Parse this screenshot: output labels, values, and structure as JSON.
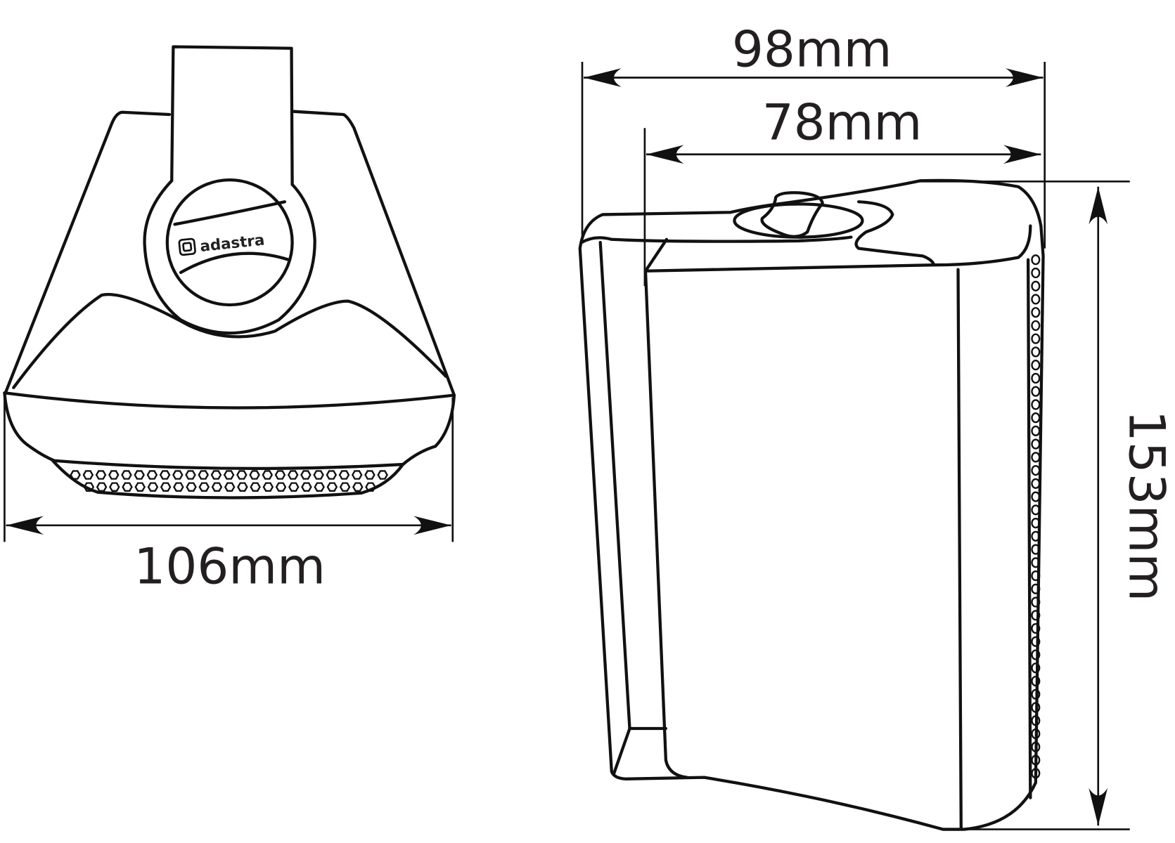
{
  "diagram": {
    "front_view": {
      "width_label": "106mm",
      "logo_text": "adastra"
    },
    "side_view": {
      "overall_depth_label": "98mm",
      "cabinet_depth_label": "78mm",
      "height_label": "153mm"
    },
    "colors": {
      "line": "#111111",
      "background": "#ffffff"
    }
  }
}
